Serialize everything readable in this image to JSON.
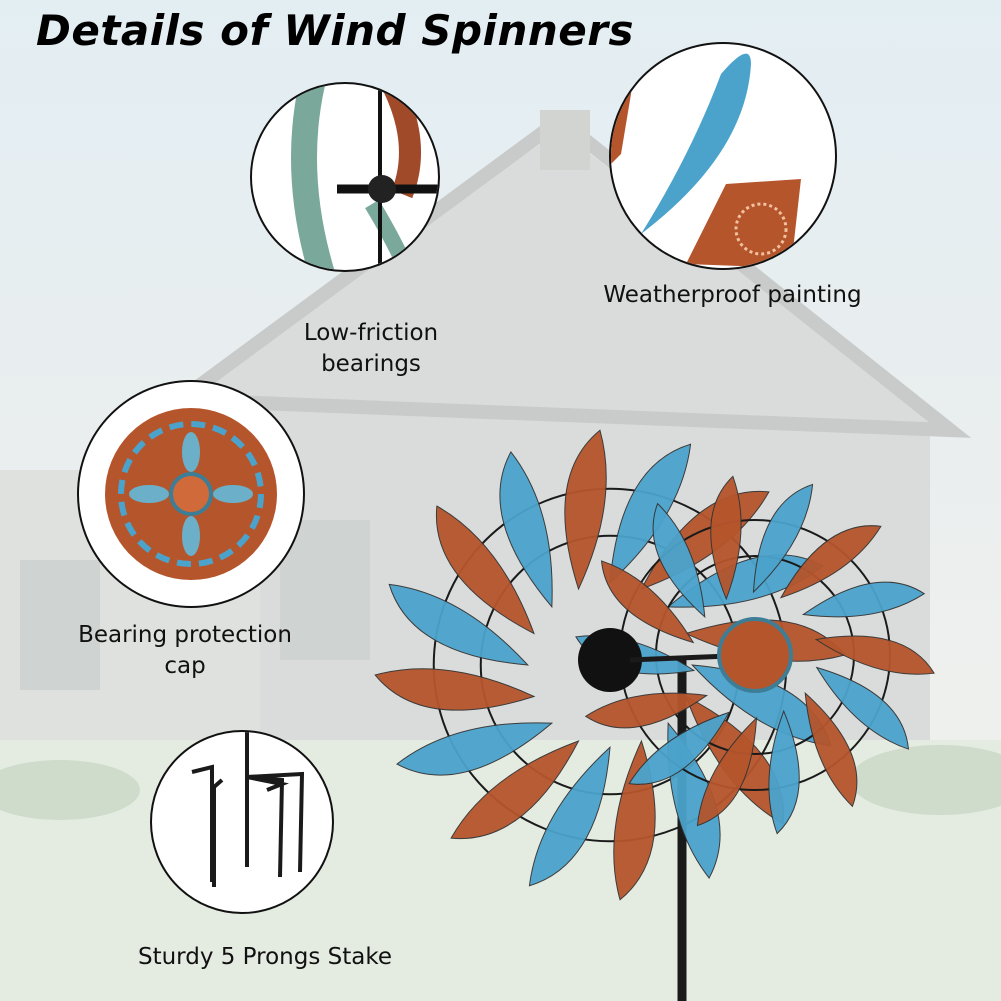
{
  "title": "Details of Wind Spinners",
  "features": [
    {
      "id": "bearings",
      "label_lines": [
        "Low-friction",
        "bearings"
      ]
    },
    {
      "id": "painting",
      "label_lines": [
        "Weatherproof painting"
      ]
    },
    {
      "id": "cap",
      "label_lines": [
        "Bearing protection",
        "cap"
      ]
    },
    {
      "id": "stake",
      "label_lines": [
        "Sturdy 5 Prongs Stake"
      ]
    }
  ],
  "colors": {
    "blue": "#4ba3cc",
    "copper": "#b5552c",
    "frame": "#1a1a1a"
  }
}
